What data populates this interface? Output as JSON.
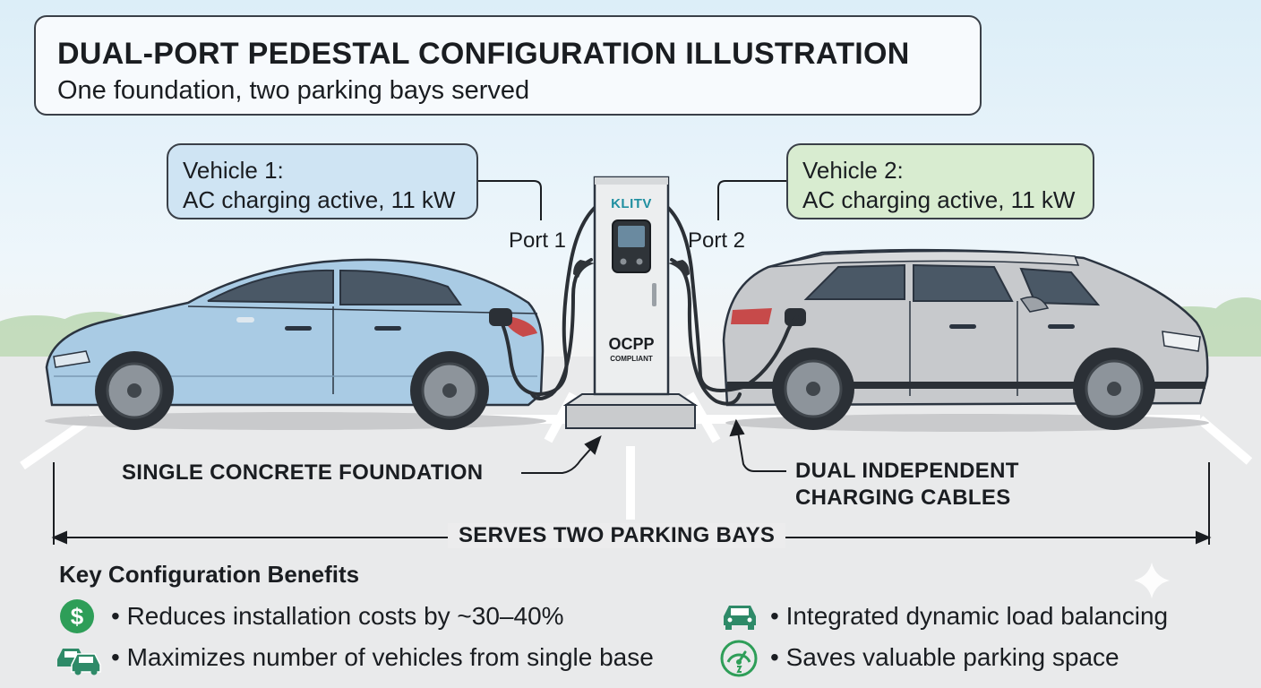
{
  "header": {
    "title": "DUAL-PORT PEDESTAL CONFIGURATION ILLUSTRATION",
    "subtitle": "One foundation, two parking bays served"
  },
  "vehicle_1": {
    "title": "Vehicle 1:",
    "status": "AC charging active, 11 kW"
  },
  "vehicle_2": {
    "title": "Vehicle 2:",
    "status": "AC charging active, 11 kW"
  },
  "charger": {
    "brand": "KLITV",
    "badge_main": "OCPP",
    "badge_sub": "COMPLIANT"
  },
  "ports": {
    "port_1": "Port 1",
    "port_2": "Port 2"
  },
  "annotations": {
    "foundation": "SINGLE CONCRETE FOUNDATION",
    "cables_line_1": "DUAL INDEPENDENT",
    "cables_line_2": "CHARGING CABLES",
    "bays": "SERVES TWO PARKING BAYS"
  },
  "benefits": {
    "title": "Key Configuration Benefits",
    "items": [
      {
        "text": "• Reduces installation costs by ~30–40%",
        "icon": "dollar-icon",
        "color": "#2e9e58"
      },
      {
        "text": "• Maximizes number of vehicles from single base",
        "icon": "two-cars-icon",
        "color": "#2e8a68"
      },
      {
        "text": "• Integrated dynamic load balancing",
        "icon": "car-icon",
        "color": "#2e8a68"
      },
      {
        "text": "• Saves valuable parking space",
        "icon": "speedometer-icon",
        "color": "#2e9e58"
      }
    ]
  },
  "colors": {
    "vehicle_1_body": "#a9cbe4",
    "vehicle_2_body": "#c7c9cc",
    "callout_1_bg": "#cfe4f3",
    "callout_2_bg": "#d8ecd0",
    "brand": "#1f8fa0",
    "accent_green": "#2e9e58"
  }
}
